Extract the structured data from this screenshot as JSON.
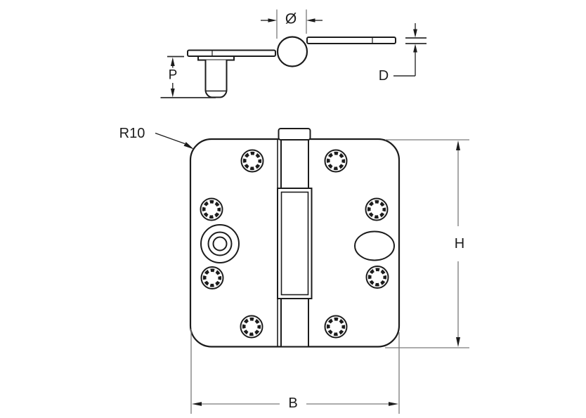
{
  "drawing": {
    "subject": "door-hinge-technical-drawing",
    "dimension_labels": {
      "pin_diameter": "Ø",
      "stud_projection": "P",
      "leaf_thickness": "D",
      "corner_radius": "R10",
      "height": "H",
      "width": "B"
    },
    "colors": {
      "outline": "#1c1c1c",
      "dimension_line": "#7a7a7a",
      "background": "#ffffff"
    }
  }
}
